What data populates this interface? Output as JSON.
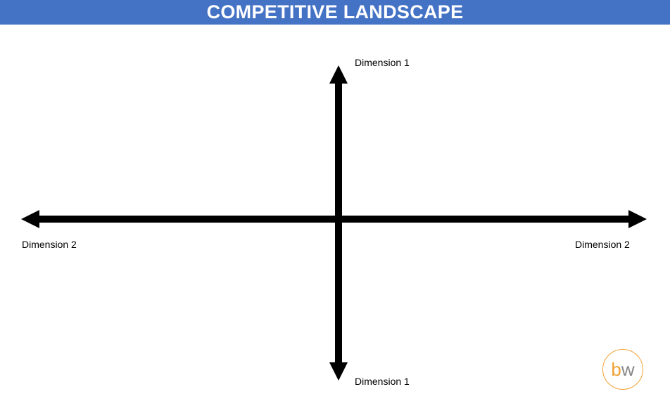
{
  "header": {
    "title": "COMPETITIVE LANDSCAPE",
    "background_color": "#4472C4"
  },
  "diagram": {
    "vertical_axis": {
      "top_label": "Dimension 1",
      "bottom_label": "Dimension 1"
    },
    "horizontal_axis": {
      "left_label": "Dimension 2",
      "right_label": "Dimension 2"
    },
    "axis_color": "#000000"
  },
  "logo": {
    "letters": [
      "b",
      "w"
    ],
    "accent_color": "#F0A030",
    "secondary_color": "#888888"
  }
}
